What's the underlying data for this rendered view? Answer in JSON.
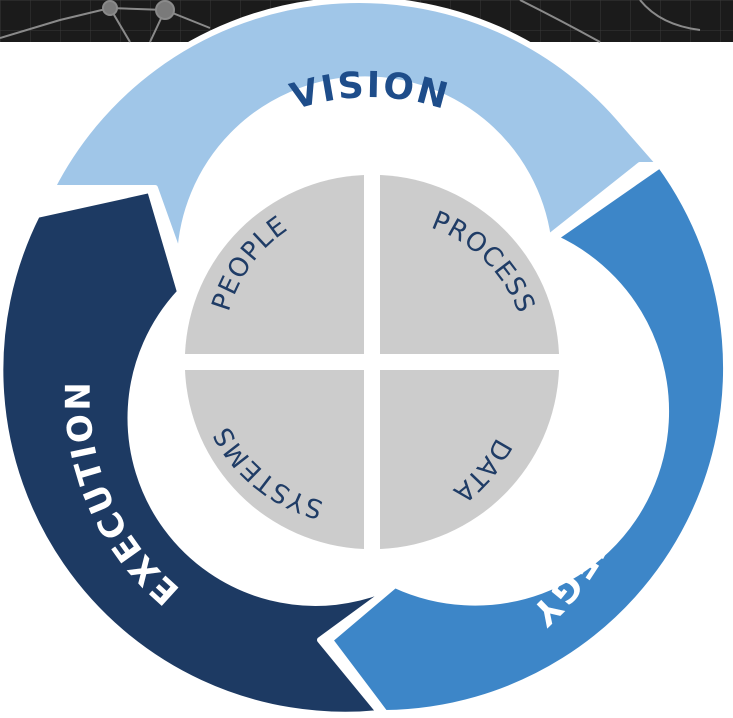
{
  "diagram": {
    "segments": [
      {
        "label": "VISION",
        "color": "#a0c6e8",
        "text_color": "#1e4d8a"
      },
      {
        "label": "STRATEGY",
        "color": "#3d86c8",
        "text_color": "#ffffff"
      },
      {
        "label": "EXECUTION",
        "color": "#1d3a63",
        "text_color": "#ffffff"
      }
    ],
    "quadrants": [
      {
        "label": "PEOPLE"
      },
      {
        "label": "PROCESS"
      },
      {
        "label": "SYSTEMS"
      },
      {
        "label": "DATA"
      }
    ],
    "quadrant_color": "#cccccc",
    "quadrant_text_color": "#1f3c66",
    "banner_color": "#1b1b1b"
  }
}
